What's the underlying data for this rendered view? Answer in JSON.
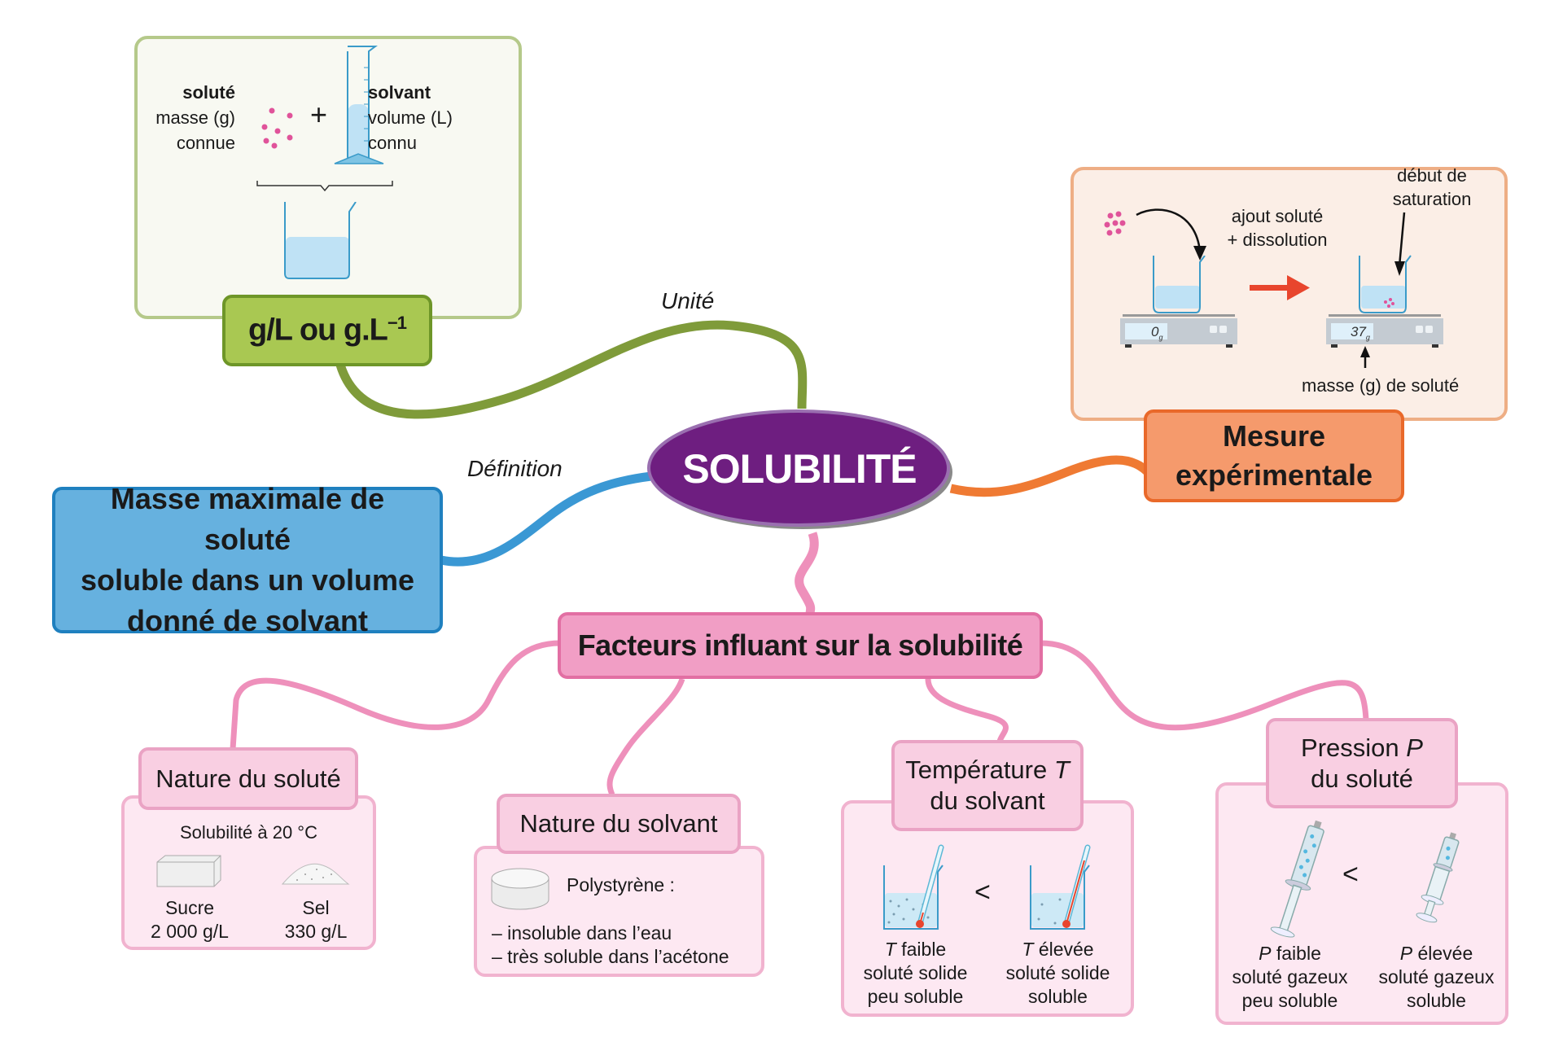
{
  "colors": {
    "center": "#6e1e80",
    "unit_branch": "#7f9b3a",
    "definition_branch": "#3a98d4",
    "measure_branch": "#ef7a33",
    "factors_branch": "#ee90bb"
  },
  "center": {
    "label": "SOLUBILITÉ"
  },
  "unit": {
    "branch_label": "Unité",
    "box_label": "g/L ou g.L",
    "box_exponent": "−1",
    "solute": {
      "title": "soluté",
      "line1": "masse (g)",
      "line2": "connue"
    },
    "plus": "+",
    "solvent": {
      "title": "solvant",
      "line1": "volume (L)",
      "line2": "connu"
    }
  },
  "definition": {
    "branch_label": "Définition",
    "lines": [
      "Masse maximale de soluté",
      "soluble dans un volume",
      "donné de solvant"
    ]
  },
  "measure": {
    "box_lines": [
      "Mesure",
      "expérimentale"
    ],
    "step1_lines": [
      "ajout soluté",
      "+ dissolution"
    ],
    "step2_lines": [
      "début de",
      "saturation"
    ],
    "mass_label": "masse (g) de soluté",
    "scale1_display": "0",
    "scale2_display": "37",
    "display_unit": "g"
  },
  "factors": {
    "title": "Facteurs influant sur la solubilité",
    "solute_nature": {
      "title": "Nature du soluté",
      "subtitle": "Solubilité à 20 °C",
      "items": [
        {
          "name": "Sucre",
          "value": "2 000 g/L"
        },
        {
          "name": "Sel",
          "value": "330 g/L"
        }
      ]
    },
    "solvent_nature": {
      "title": "Nature du solvant",
      "material": "Polystyrène :",
      "lines": [
        "– insoluble dans l’eau",
        "– très soluble dans l’acétone"
      ]
    },
    "temperature": {
      "title_line1": "Température ",
      "title_var": "T",
      "title_line2": "du solvant",
      "compare": "<",
      "left": {
        "var": "T",
        "cond": " faible",
        "line2": "soluté solide",
        "line3": "peu soluble"
      },
      "right": {
        "var": "T",
        "cond": " élevée",
        "line2": "soluté solide",
        "line3": "soluble"
      }
    },
    "pressure": {
      "title_line1": "Pression ",
      "title_var": "P",
      "title_line2": "du soluté",
      "compare": "<",
      "left": {
        "var": "P",
        "cond": " faible",
        "line2": "soluté gazeux",
        "line3": "peu soluble"
      },
      "right": {
        "var": "P",
        "cond": " élevée",
        "line2": "soluté gazeux",
        "line3": "soluble"
      }
    }
  }
}
